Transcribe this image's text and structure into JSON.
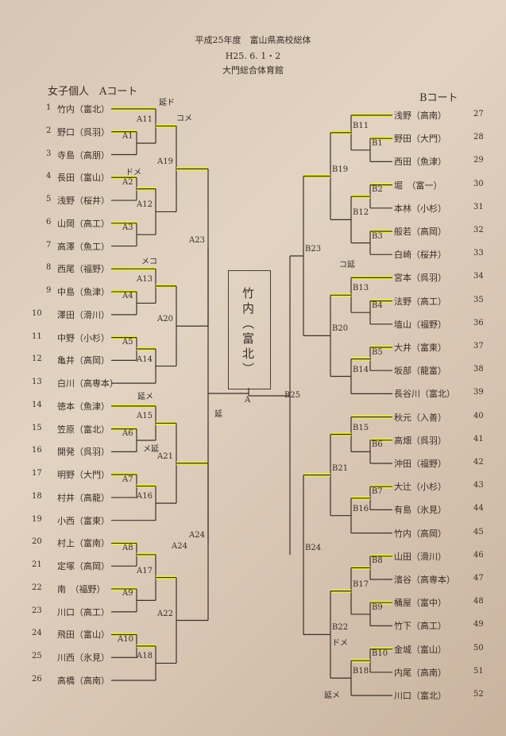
{
  "header": {
    "title": "平成25年度　富山県高校総体",
    "date": "H25. 6. 1・2",
    "venue": "大門総合体育館"
  },
  "a_court": {
    "title": "女子個人　Aコート",
    "players": [
      {
        "no": "1",
        "name": "竹内（富北）"
      },
      {
        "no": "2",
        "name": "野口（呉羽）"
      },
      {
        "no": "3",
        "name": "寺島（高朋）"
      },
      {
        "no": "4",
        "name": "長田（富山）"
      },
      {
        "no": "5",
        "name": "浅野（桜井）"
      },
      {
        "no": "6",
        "name": "山岡（高工）"
      },
      {
        "no": "7",
        "name": "高澤（魚工）"
      },
      {
        "no": "8",
        "name": "西尾（福野）"
      },
      {
        "no": "9",
        "name": "中島（魚津）"
      },
      {
        "no": "10",
        "name": "澤田（滑川）"
      },
      {
        "no": "11",
        "name": "中野（小杉）"
      },
      {
        "no": "12",
        "name": "亀井（高岡）"
      },
      {
        "no": "13",
        "name": "白川（高専本）"
      },
      {
        "no": "14",
        "name": "徳本（魚津）"
      },
      {
        "no": "15",
        "name": "笠原（富北）"
      },
      {
        "no": "16",
        "name": "開発（呉羽）"
      },
      {
        "no": "17",
        "name": "明野（大門）"
      },
      {
        "no": "18",
        "name": "村井（高龍）"
      },
      {
        "no": "19",
        "name": "小西（富東）"
      },
      {
        "no": "20",
        "name": "村上（富南）"
      },
      {
        "no": "21",
        "name": "定塚（高岡）"
      },
      {
        "no": "22",
        "name": "南　（福野）"
      },
      {
        "no": "23",
        "name": "川口（高工）"
      },
      {
        "no": "24",
        "name": "飛田（富山）"
      },
      {
        "no": "25",
        "name": "川西（氷見）"
      },
      {
        "no": "26",
        "name": "高橋（高南）"
      }
    ],
    "matches": [
      "A1",
      "A2",
      "A3",
      "A4",
      "A5",
      "A6",
      "A7",
      "A8",
      "A9",
      "A10",
      "A11",
      "A12",
      "A13",
      "A14",
      "A15",
      "A16",
      "A17",
      "A18",
      "A19",
      "A20",
      "A21",
      "A22",
      "A23",
      "A24",
      "A24"
    ]
  },
  "b_court": {
    "title": "Bコート",
    "players": [
      {
        "no": "27",
        "name": "浅野（高南）"
      },
      {
        "no": "28",
        "name": "野田（大門）"
      },
      {
        "no": "29",
        "name": "西田（魚津）"
      },
      {
        "no": "30",
        "name": "堀　（富一）"
      },
      {
        "no": "31",
        "name": "本林（小杉）"
      },
      {
        "no": "32",
        "name": "般若（高岡）"
      },
      {
        "no": "33",
        "name": "白崎（桜井）"
      },
      {
        "no": "34",
        "name": "宮本（呉羽）"
      },
      {
        "no": "35",
        "name": "法野（高工）"
      },
      {
        "no": "36",
        "name": "埴山（福野）"
      },
      {
        "no": "37",
        "name": "大井（富東）"
      },
      {
        "no": "38",
        "name": "坂部（龍富）"
      },
      {
        "no": "39",
        "name": "長谷川（富北）"
      },
      {
        "no": "40",
        "name": "秋元（入善）"
      },
      {
        "no": "41",
        "name": "高畑（呉羽）"
      },
      {
        "no": "42",
        "name": "沖田（福野）"
      },
      {
        "no": "43",
        "name": "大辻（小杉）"
      },
      {
        "no": "44",
        "name": "有島（氷見）"
      },
      {
        "no": "45",
        "name": "竹内（高岡）"
      },
      {
        "no": "46",
        "name": "山田（滑川）"
      },
      {
        "no": "47",
        "name": "濱谷（高専本）"
      },
      {
        "no": "48",
        "name": "桶屋（富中）"
      },
      {
        "no": "49",
        "name": "竹下（高工）"
      },
      {
        "no": "50",
        "name": "金城（富山）"
      },
      {
        "no": "51",
        "name": "内尾（高南）"
      },
      {
        "no": "52",
        "name": "川口（富北）"
      }
    ],
    "matches": [
      "B1",
      "B2",
      "B3",
      "B4",
      "B5",
      "B6",
      "B7",
      "B8",
      "B9",
      "B10",
      "B11",
      "B12",
      "B13",
      "B14",
      "B15",
      "B16",
      "B17",
      "B18",
      "B19",
      "B20",
      "B21",
      "B22",
      "B23",
      "B24",
      "B25"
    ]
  },
  "final": {
    "winner": "竹内（富北）",
    "court": "A"
  },
  "notes": [
    "延ド",
    "コメ",
    "ドメ",
    "メコ",
    "延メ",
    "メ延",
    "コ延",
    "ドメ",
    "延メ",
    "延"
  ]
}
